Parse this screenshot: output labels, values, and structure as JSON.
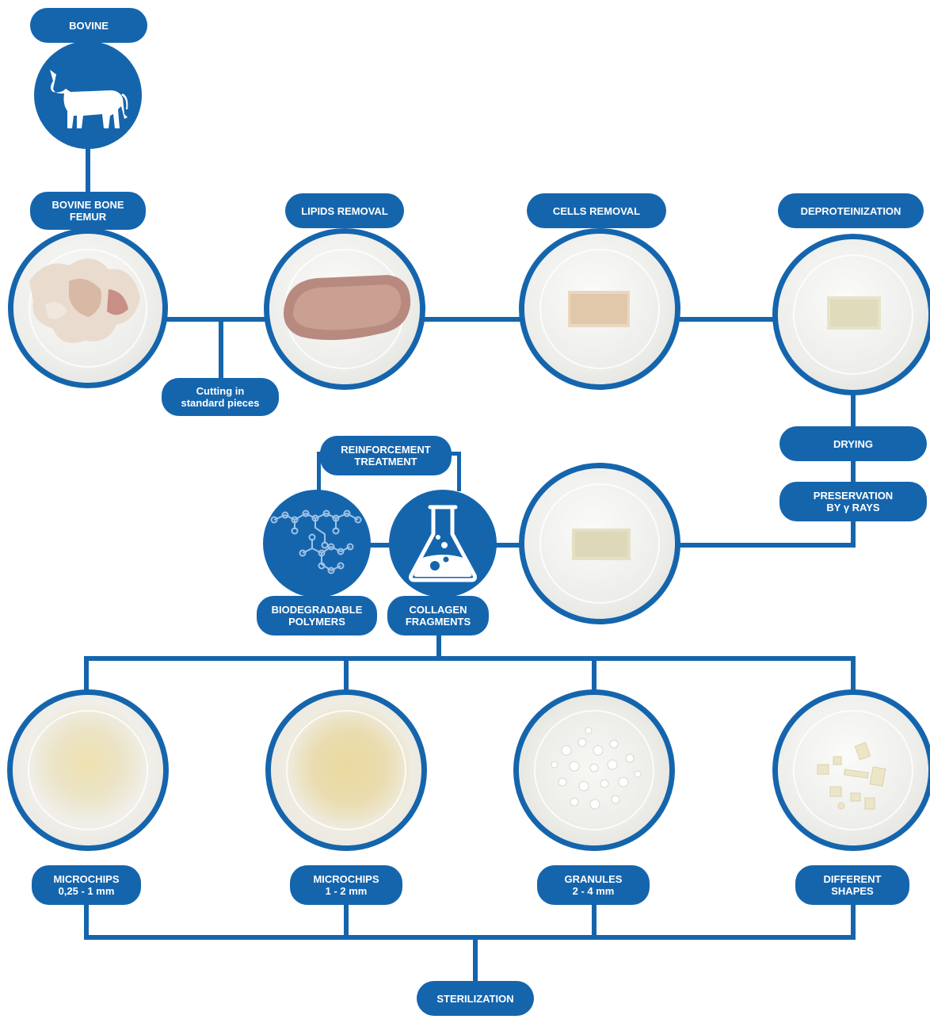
{
  "labels": {
    "bovine": "BOVINE",
    "bovine_bone_femur": "BOVINE BONE\nFEMUR",
    "lipids_removal": "LIPIDS REMOVAL",
    "cells_removal": "CELLS REMOVAL",
    "deproteinization": "DEPROTEINIZATION",
    "cutting": "Cutting in\nstandard pieces",
    "drying": "DRYING",
    "preservation": "PRESERVATION\nBY  γ  RAYS",
    "reinforcement": "REINFORCEMENT\nTREATMENT",
    "biodegradable": "BIODEGRADABLE\nPOLYMERS",
    "collagen": "COLLAGEN\nFRAGMENTS",
    "microchips_small": "MICROCHIPS\n0,25 - 1 mm",
    "microchips_medium": "MICROCHIPS\n1 - 2 mm",
    "granules": "GRANULES\n2 - 4 mm",
    "different_shapes": "DIFFERENT\nSHAPES",
    "sterilization": "STERILIZATION"
  },
  "icons": {
    "cow": "cow-icon",
    "flask": "flask-icon",
    "molecule": "molecule-icon"
  },
  "colors": {
    "primary": "#1565ad",
    "background": "#ffffff"
  }
}
